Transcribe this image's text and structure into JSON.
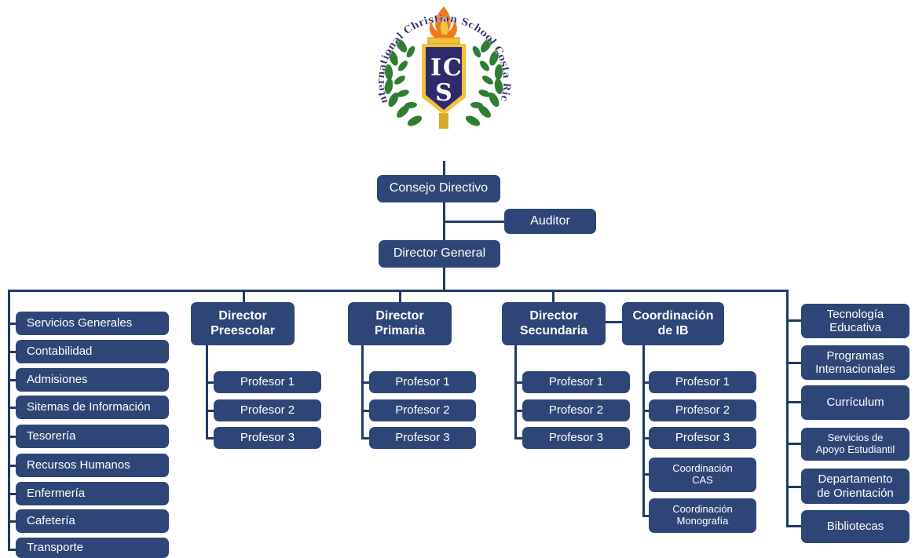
{
  "logo": {
    "letters": [
      "I",
      "C",
      "S"
    ],
    "ring_text": "International Christian School Costa Rica",
    "colors": {
      "navy": "#2d2b6e",
      "gold": "#f2c23a",
      "leaf": "#2f7d32",
      "flame": "#f07a1a"
    }
  },
  "colors": {
    "box": "#2d4677",
    "line": "#1e3a68",
    "text": "#ffffff"
  },
  "top": {
    "consejo": "Consejo Directivo",
    "auditor": "Auditor",
    "director_general": "Director General"
  },
  "left_column": [
    "Servicios Generales",
    "Contabilidad",
    "Admisiones",
    "Sitemas de Información",
    "Tesorería",
    "Recursos Humanos",
    "Enfermería",
    "Cafetería",
    "Transporte"
  ],
  "directors": {
    "preescolar": {
      "line1": "Director",
      "line2": "Preescolar",
      "profs": [
        "Profesor 1",
        "Profesor 2",
        "Profesor 3"
      ]
    },
    "primaria": {
      "line1": "Director",
      "line2": "Primaria",
      "profs": [
        "Profesor 1",
        "Profesor 2",
        "Profesor 3"
      ]
    },
    "secundaria": {
      "line1": "Director",
      "line2": "Secundaria",
      "profs": [
        "Profesor 1",
        "Profesor 2",
        "Profesor 3"
      ]
    },
    "ib": {
      "line1": "Coordinación",
      "line2": "de IB",
      "profs": [
        "Profesor 1",
        "Profesor 2",
        "Profesor 3"
      ],
      "cas": {
        "line1": "Coordinación",
        "line2": "CAS"
      },
      "monografia": {
        "line1": "Coordinación",
        "line2": "Monografía"
      }
    }
  },
  "right_column": [
    {
      "line1": "Tecnología",
      "line2": "Educativa"
    },
    {
      "line1": "Programas",
      "line2": "Internacionales"
    },
    {
      "line1": "Currículum",
      "line2": ""
    },
    {
      "line1": "Servicios de",
      "line2": "Apoyo Estudiantil"
    },
    {
      "line1": "Departamento",
      "line2": "de Orientación"
    },
    {
      "line1": "Bibliotecas",
      "line2": ""
    }
  ]
}
